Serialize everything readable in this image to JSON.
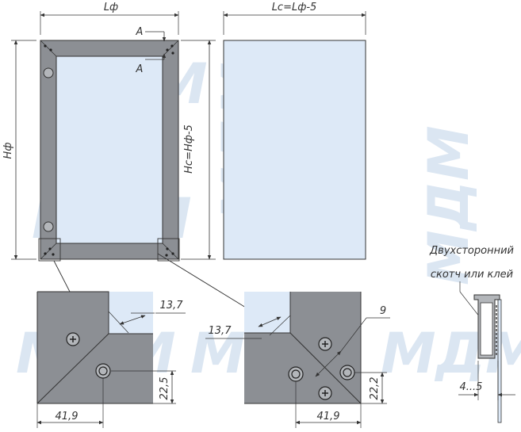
{
  "watermark": {
    "text": "МДМ",
    "color": "#d6e2ef"
  },
  "top_drawings": {
    "frame_width_label": "Lф",
    "frame_height_label": "Hф",
    "section_marker": "A",
    "panel_width_label": "Lс=Lф-5",
    "panel_height_label": "Hс=Hф-5"
  },
  "detail_left": {
    "dim_diag": "13,7",
    "dim_vertical": "22,5",
    "dim_horizontal": "41,9"
  },
  "detail_right": {
    "dim_diag": "13,7",
    "dim_gap": "9",
    "dim_vertical": "22,2",
    "dim_horizontal": "41,9"
  },
  "section": {
    "note_line1": "Двухсторонний",
    "note_line2": "скотч или клей",
    "dim_gap": "4...5"
  },
  "colors": {
    "frame": "#8c8f94",
    "glass": "#dde9f7",
    "line": "#333333",
    "corner_piece": "#b3b6ba"
  }
}
